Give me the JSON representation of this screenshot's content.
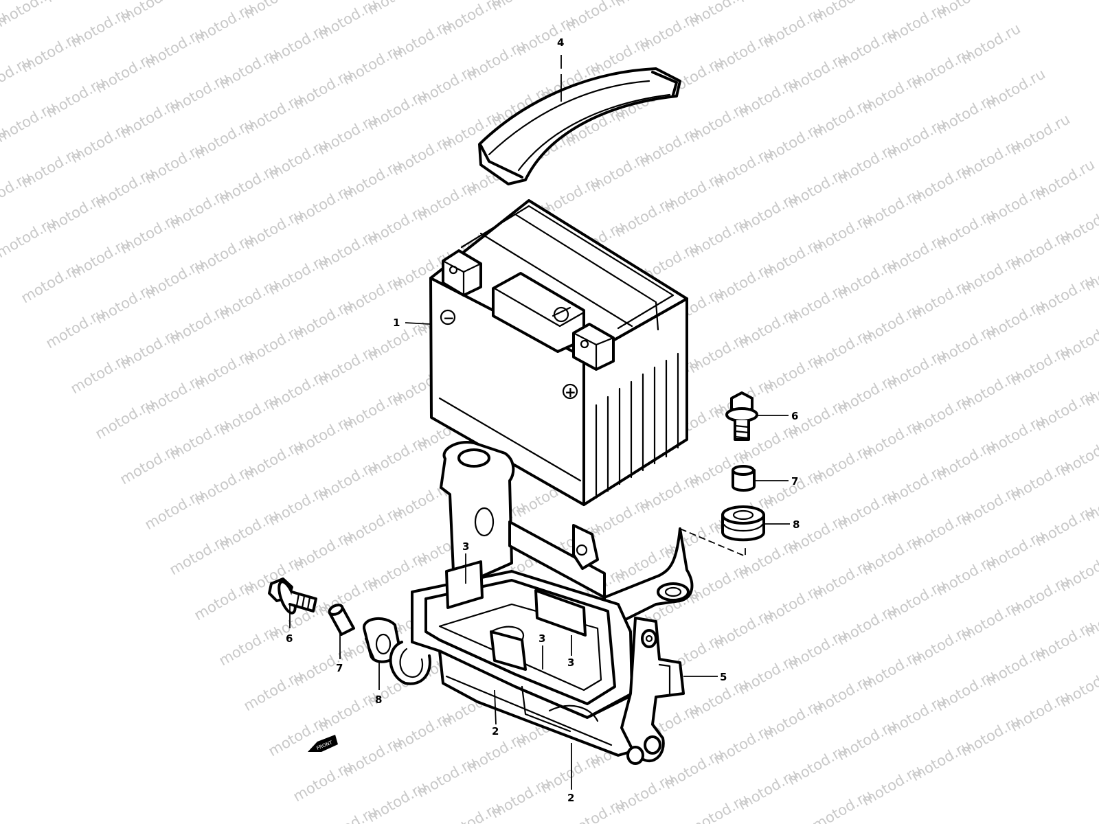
{
  "watermark": {
    "text": "motod.ru"
  },
  "callouts": [
    {
      "id": "battery",
      "label": "1"
    },
    {
      "id": "tray-lower",
      "label": "2"
    },
    {
      "id": "tray-upper",
      "label": "2"
    },
    {
      "id": "pad-left",
      "label": "3"
    },
    {
      "id": "pad-front-a",
      "label": "3"
    },
    {
      "id": "pad-front-b",
      "label": "3"
    },
    {
      "id": "strap",
      "label": "4"
    },
    {
      "id": "bracket",
      "label": "5"
    },
    {
      "id": "bolt-right",
      "label": "6"
    },
    {
      "id": "bolt-left",
      "label": "6"
    },
    {
      "id": "collar-right",
      "label": "7"
    },
    {
      "id": "collar-left",
      "label": "7"
    },
    {
      "id": "grommet-right",
      "label": "8"
    },
    {
      "id": "grommet-left",
      "label": "8"
    }
  ],
  "battery": {
    "negative_symbol": "−",
    "positive_symbol": "+"
  },
  "front_marker": {
    "text": "FRONT"
  }
}
